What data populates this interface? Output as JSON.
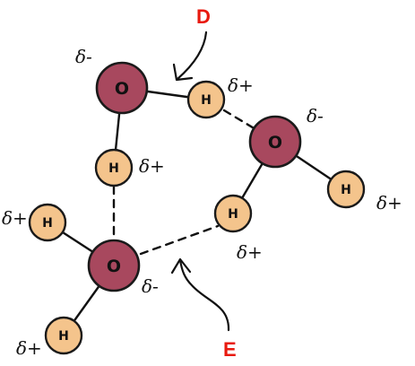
{
  "colors": {
    "oxygen": "#a8485e",
    "hydrogen": "#f4c48c",
    "callout": "#e8190e",
    "ink": "#111111"
  },
  "atoms": {
    "oxygen_symbol": "O",
    "hydrogen_symbol": "H"
  },
  "charges": {
    "delta_minus": "δ-",
    "delta_plus": "δ+",
    "delta_plus_alt": "δ+"
  },
  "callouts": {
    "d": "D",
    "e": "E"
  }
}
